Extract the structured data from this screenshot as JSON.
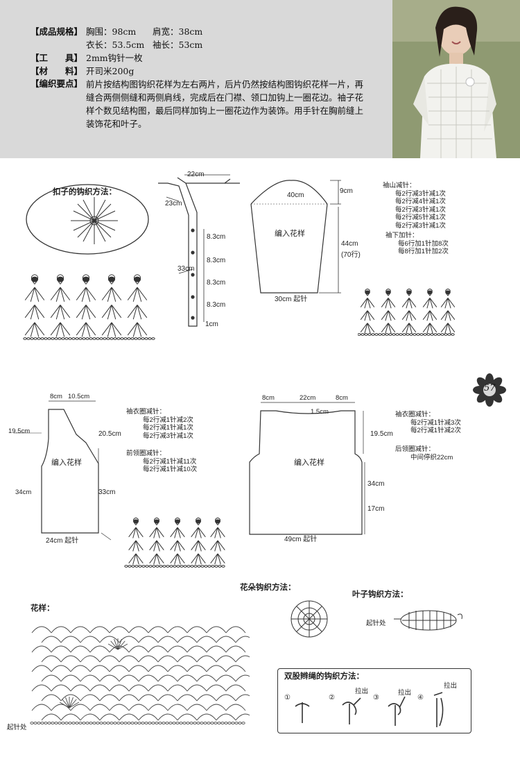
{
  "header": {
    "specs_label": "【成品规格】",
    "chest": "胸围：98cm",
    "shoulder": "肩宽：38cm",
    "length": "衣长：53.5cm",
    "sleeve": "袖长：53cm",
    "tools_label": "【工　　具】",
    "tools": "2mm钩针一枚",
    "material_label": "【材　　料】",
    "material": "开司米200g",
    "notes_label": "【编织要点】",
    "notes": "前片按结构图钩织花样为左右两片，后片仍然按结构图钩织花样一片，再缝合两侧侧缝和两侧肩线，完成后在门襟、领口加钩上一圈花边。袖子花样个数见结构图，最后同样加钩上一圈花边作为装饰。用手针在胸前缝上装饰花和叶子。"
  },
  "button_section": {
    "title": "扣子的钩织方法："
  },
  "placket": {
    "top": "22cm",
    "slope": "23cm",
    "side": "33cm",
    "gaps": [
      "8.3cm",
      "8.3cm",
      "8.3cm",
      "8.3cm"
    ],
    "bottom": "1cm"
  },
  "sleeve": {
    "top_width": "40cm",
    "cap_height": "9cm",
    "body_height": "44cm",
    "rows": "(70行)",
    "stitch_label": "编入花样",
    "bottom": "30cm  起针",
    "cap_title": "袖山减针：",
    "cap_rows": [
      "每2行减3针减1次",
      "每2行减4针减1次",
      "每2行减3针减1次",
      "每2行减5针减1次",
      "每2行减3针减1次"
    ],
    "inc_title": "袖下加针：",
    "inc_rows": [
      "每6行加1针加8次",
      "每8行加1针加2次"
    ]
  },
  "front": {
    "shoulder": "8cm",
    "neck": "10.5cm",
    "armhole_h": "19.5cm",
    "neck_h": "20.5cm",
    "body_h": "34cm",
    "side_h": "33cm",
    "stitch_label": "编入花样",
    "bottom": "24cm  起针",
    "arm_title": "袖衣圈减针：",
    "arm_rows": [
      "每2行减1针减2次",
      "每2行减1针减1次",
      "每2行减3针减1次"
    ],
    "neck_title": "前领圈减针：",
    "neck_rows": [
      "每2行减1针减11次",
      "每2行减1针减10次"
    ]
  },
  "back": {
    "left_shoulder": "8cm",
    "neck": "22cm",
    "right_shoulder": "8cm",
    "neck_depth": "1.5cm",
    "armhole_h": "19.5cm",
    "body_h": "34cm",
    "lower_h": "17cm",
    "stitch_label": "编入花样",
    "bottom": "49cm  起针",
    "arm_title": "袖衣圈减针：",
    "arm_rows": [
      "每2行减1针减3次",
      "每2行减1针减2次"
    ],
    "neck_title": "后领圈减针：",
    "neck_rows": [
      "中间停织22cm"
    ]
  },
  "page_number": "57",
  "bottom": {
    "pattern_title": "花样：",
    "start_label": "起针处",
    "flower_title": "花朵钩织方法：",
    "leaf_title": "叶子钩织方法：",
    "leaf_start": "起针处",
    "twist_title": "双股辫绳的钩织方法：",
    "steps": [
      "①",
      "②",
      "③",
      "④"
    ],
    "pull": [
      "拉出",
      "拉出",
      "拉出"
    ]
  },
  "colors": {
    "header_band": "#d9d9d9",
    "line": "#333333"
  }
}
